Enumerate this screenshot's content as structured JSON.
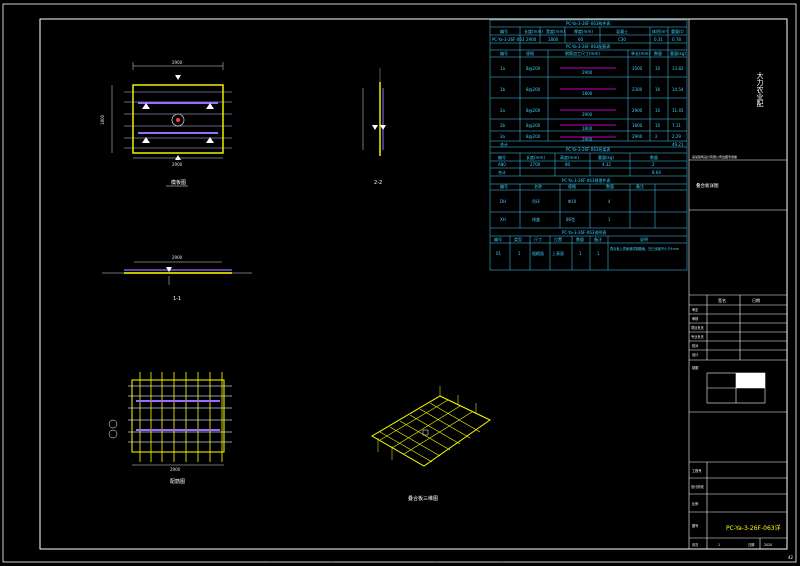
{
  "colors": {
    "background": "#000000",
    "frame": "#ffffff",
    "slab_edge": "#ffff00",
    "rebar_blue": "#6b7cff",
    "rebar_magenta": "#ff00ff",
    "table_cyan": "#3fd0ff",
    "dimension": "#e0e0e0"
  },
  "drawing": {
    "view_plan_label": "模板图",
    "view_section_1_label": "1-1",
    "view_section_2_label": "2-2",
    "view_rebar_label": "配筋图",
    "view_iso_label": "叠合板三维图",
    "dim_plan_top": "2900",
    "dim_plan_bottom": "2900",
    "dim_plan_left": "1800",
    "dim_section_1": "2900",
    "dim_rebar_bottom": "2900"
  },
  "component_table": {
    "title": "PC-Ya-3-26F-063构件表",
    "headers": [
      "编号",
      "长度(mm)",
      "宽度(mm)",
      "厚度(mm)",
      "混凝土",
      "体积(m³)",
      "重量(t)"
    ],
    "row": [
      "PC-Ya-3-26F-063",
      "2900",
      "1800",
      "60",
      "C30",
      "0.31",
      "0.78"
    ]
  },
  "rebar_table": {
    "title": "PC-Ya-3-26F-063配筋表",
    "headers": [
      "编号",
      "规格",
      "钢筋加工尺寸(mm)",
      "单长(mm)",
      "数量",
      "重量(kg)"
    ],
    "rows": [
      [
        "1a",
        "8@200",
        "2900",
        "3500",
        "10",
        "13.82"
      ],
      [
        "1b",
        "8@200",
        "1800",
        "2300",
        "16",
        "14.54"
      ],
      [
        "2a",
        "8@200",
        "2900",
        "2900",
        "10",
        "11.45"
      ],
      [
        "2b",
        "8@200",
        "1800",
        "1800",
        "10",
        "7.11"
      ],
      [
        "3a",
        "8@200",
        "2900",
        "2900",
        "2",
        "2.29"
      ]
    ],
    "total_label": "合计",
    "total_value": "49.21"
  },
  "truss_table": {
    "title": "PC-Ya-3-26F-063桁架表",
    "headers": [
      "编号",
      "长度(mm)",
      "高度(mm)",
      "重量(kg)",
      "数量"
    ],
    "rows": [
      [
        "A80",
        "2700",
        "80",
        "4.32",
        "2"
      ]
    ],
    "total_label": "合计",
    "total_value": "8.64"
  },
  "embed_table": {
    "title": "PC-Ya-3-26F-063预埋件表",
    "headers": [
      "编号",
      "名称",
      "规格",
      "数量",
      "备注"
    ],
    "rows": [
      [
        "DH",
        "吊环",
        "Φ10",
        "4",
        ""
      ],
      [
        "XH",
        "线盒",
        "86型",
        "1",
        ""
      ]
    ]
  },
  "notes_table": {
    "title": "PC-Ya-3-26F-063说明表",
    "headers": [
      "编号",
      "类型",
      "尺寸",
      "位置",
      "数量",
      "备注",
      "说明"
    ],
    "row": [
      "01",
      "1",
      "粗糙面",
      "上表面",
      "1",
      "1",
      "叠合板上表面做成粗糙面，凹凸深度不小于4mm"
    ]
  },
  "title_block": {
    "project_vertical": "大力农业配",
    "stamp_caption": "某某建筑设计有限公司出图专用章",
    "drawing_name": "叠合板详图",
    "rows": [
      "审定",
      "审核",
      "项目负责",
      "专业负责",
      "校对",
      "设计",
      "制图"
    ],
    "col_a": "签名",
    "col_b": "日期",
    "job_label": "工程号",
    "stage_label": "设计阶段",
    "scale_label": "比例",
    "drawing_no_label": "图号",
    "drawing_no": "PC-Ya-3-26F-063详",
    "sheet_label": "页次",
    "date_label": "日期",
    "date_value": "2020",
    "page_value": "1",
    "corner_mark": "42"
  }
}
